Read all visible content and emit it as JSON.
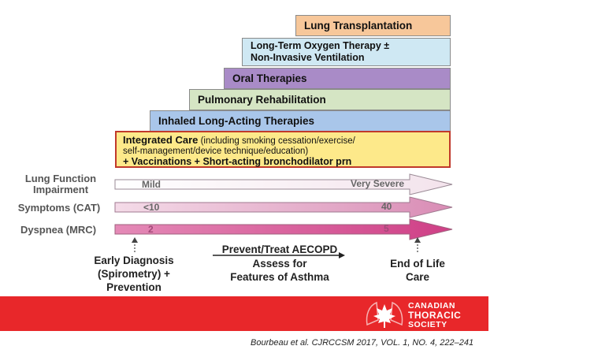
{
  "steps": {
    "lung_transplantation": "Lung Transplantation",
    "oxygen_line1": "Long-Term Oxygen Therapy ±",
    "oxygen_line2": "Non-Invasive Ventilation",
    "oral_therapies": "Oral Therapies",
    "pulmonary_rehab": "Pulmonary Rehabilitation",
    "inhaled": "Inhaled Long-Acting Therapies",
    "integrated_title": "Integrated Care",
    "integrated_detail1": " (including smoking cessation/exercise/",
    "integrated_detail2": "self-management/device technique/education)",
    "integrated_detail3": "+ Vaccinations + Short-acting bronchodilator prn"
  },
  "rows": {
    "lung_function_line1": "Lung Function",
    "lung_function_line2": "Impairment",
    "lung_function_start": "Mild",
    "lung_function_end": "Very Severe",
    "symptoms": "Symptoms (CAT)",
    "symptoms_start": "<10",
    "symptoms_end": "40",
    "dyspnea": "Dyspnea (MRC)",
    "dyspnea_start": "2",
    "dyspnea_end": "5"
  },
  "bottom": {
    "early_line1": "Early Diagnosis",
    "early_line2": "(Spirometry) +",
    "early_line3": "Prevention",
    "prevent": "Prevent/Treat AECOPD",
    "assess_line1": "Assess for",
    "assess_line2": "Features of Asthma",
    "end_line1": "End of Life",
    "end_line2": "Care"
  },
  "logo": {
    "line1": "CANADIAN",
    "line2": "THORACIC",
    "line3": "SOCIETY"
  },
  "citation": "Bourbeau et al. CJRCCSM 2017, VOL. 1, NO. 4, 222–241",
  "colors": {
    "band": "#e8272a",
    "integrated_border": "#c0392b"
  }
}
